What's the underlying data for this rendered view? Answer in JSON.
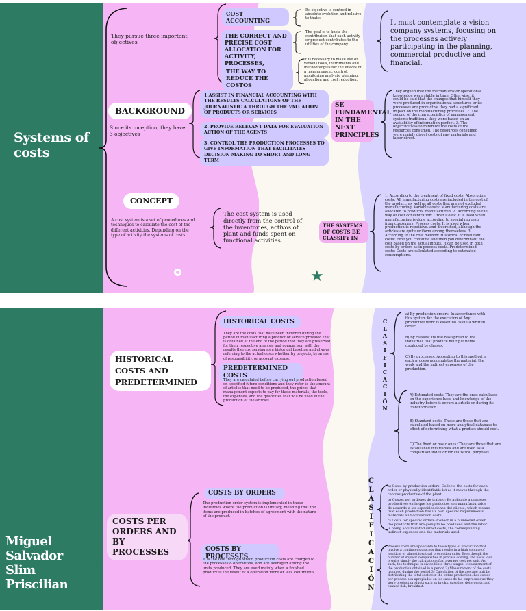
{
  "page1": {
    "title": "Systems of costs",
    "objectives_intro": "They pursue three important objectives",
    "objectives": [
      {
        "label": "COST ACCOUNTING",
        "note": "Its objective is centred in absolute evolution and relative to thatis."
      },
      {
        "label": "THE CORRECT AND PRECISE COST ALLOCATION FOR ACTIVITY, PROCESSES, PRODUCT, AND SERVICE",
        "note": "The goal is to know the contribution that each activity or product contributes to the utilities of the company"
      },
      {
        "label": "THE WAY TO REDUCE THE COSTOS",
        "note": "It is necessary to make use of various tools, instruments and methodologies for the effects of a measurement, control, monitoring analysis, planning, allocation and cost reduction."
      }
    ],
    "vision": "It must contemplate a vision company systems, focusing on the processes actively participating in the planning, commercial productive and financial.",
    "background": {
      "label": "BACKGROUND",
      "intro": "Since its inception, they have 3 objectives",
      "items": [
        "1.ASSIST IN FINANCIAL ACCOUNTING WITH THE RESULTS CALCULATIONS OF THE JOURNALISTIC A THROUGH THE VALUATION OF PRODUCTS OR SERVICES",
        "2. PROVIDE RELEVANT DATA FOR EVALUATION ACTION OF THE AGENTS",
        "3. CONTROL THE PRODUCTION PROCESSES TO GIVE INFORMATION THAT FACILITATES DECISION MAKING TO SHORT AND LONG TERM"
      ],
      "principles_label": "SE FUNDAMENTAL IN THE NEXT PRINCIPLES",
      "principles": "They argued that the mechanisms or operational knowledge were stable in time. Otherwise, it could be said that the changes that himself they were produced in organizational structures or its processes are productive they had a significant impact on the manufacturing processes. 2. The second of the characteristics of management systems traditional they were based on an availability of information perfect. 3. The objective was to minimize the costs of the resources consumed. The resources consumed were mainly direct costs of raw materials and labor direct."
    },
    "concept": {
      "label": "CONCEPT",
      "definition": "A cost system is a set of procedures and techniques to calculate the cost of the different activities. Depending on the type of activity the systems of costs",
      "used": "The cost system is used directly from the control of the inventories, activos of plant and funds spent on functional activities.",
      "classify_label": "THE SYSTEMS OF COSTS BE CLASSIFY IN",
      "classify": "1. According to the treatment of fixed costs: Absorption costs: All manufacturing costs are included in the cost of the product, as well as all costs that are not excluded manufacturing. Variable costs: Manufacturing costs are allocated to products. manufactured. 2. According to the way of cost concentration: Order Costs: It is used when manufacturing is done according to special requests from customers. Process costs: It is used when production is repetitive. and diversified, although the articles are quite uniform among themselves. 3. According to the cost method: Historical or resultant costs: First you consume and then you determinant the cost based on the actual inputs. It can be used in both costs by orders as in process costs. Predetermined costs: Costs are calculated according to estimated consumptions."
    }
  },
  "page2": {
    "author": [
      "Miguel",
      "Salvador",
      "Slim",
      "Priscilian"
    ],
    "hist_pre": {
      "label": "HISTORICAL COSTS AND PREDETERMINED",
      "historical_label": "HISTORICAL COSTS",
      "historical": "They are the costs that have been incurred during the period in manufacturing a product or service provided that is obtained at the end of the period that they are preserved for their respective analysis and comparison with the results thereto, serving as a historical baseline and always referring to the actual costs whether by projects, by areas of responsibility, or account expense.",
      "predetermined_label": "PREDETERMINED COSTS",
      "predetermined": "They are calculated before carrying out production based on specified future conditions and they refer to the amount of articles that need to be produced, the prices that management expects to pay for these materials, the tools, the expenses, and the quantities that will be used in the production of the articles"
    },
    "classification_word": "CLASIFICACIÓN",
    "class1": [
      "a) By production orders. In accordance with this system for the execution of Any productive work is essential. issue a written order.",
      "b) By classes: Its use has spread to the industries that produce multiple items cataloged by classes.",
      "C) By processes: According to this method, a each process accumulates the material, the work and the indirect expenses of the production."
    ],
    "class2": [
      "A) Estimated costs: They are the ones calculated on the experience base and knowledge of the industry before it occurs a article or during its transformation.",
      "B) Standard costs: These are those that are calculated based on more analytical database to effect of determining what a product should cost.",
      "C) The fixed or basic ones: They are those that are established invariables and are used as a comparison index or for statistical purposes."
    ],
    "orders_processes": {
      "label": "COSTS PER ORDERS AND BY PROCESSES",
      "orders_label": "COSTS BY ORDERS",
      "orders": "The production order system is implemented in those industries where the production is unitary, meaning that the items are produced in batches of agreement with the nature of the product.",
      "processes_label": "COSTS BY PROCESSES",
      "processes": "It is the one through which production costs are charged to the processes o operations, and are averaged among the units produced. They are used mainly when a finished product is the result of a operation more or less continuous."
    },
    "class3": [
      "a) Costs by production orders: Collects the costs for each order or physically identifiable lot as it moves through the centres productive of the plant.",
      "b) Costos por ordenes de trabajo: Es aplicado a procesos productivos en la que los productos son manufacturados de acuerdo a las especificaciones del cliente, which means that each production has its own specific requirements materials and conversion costs.",
      "c) Costs for specific orders: Collect in a numbered order the products that are going to be produced and the labor is being accumulated direct costs, the corresponding indirect expenses and the materials used."
    ],
    "class4": "Process costs are applicable to those types of production that involve a continuous process that results in a high volume of identical or almost identical production units. Even though the number of implicit complexities in process costing, the basic idea is quite simply the calculation of an average cost per unit. As such, the technique is divided into three stages: Measurement of the production obtained in a period 2) Measurement of the costs incurred during the period 3) Calculation of the average unit by distributing the total cost over the entire production. Los costos por proceso son apropiados en los casos de las empresas que they were product products such as bricks, gasoline, detergents, and canned fish, breakfast."
  }
}
